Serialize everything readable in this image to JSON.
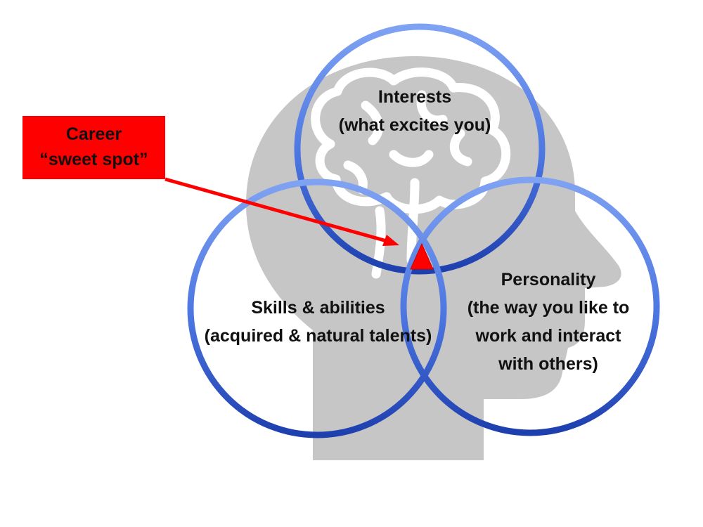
{
  "colors": {
    "head_silhouette": "#c6c6c6",
    "brain_lines": "#ffffff",
    "circle_ring": "#4a74e0",
    "circle_ring_dark": "#1e3fae",
    "callout_fill": "#ff0000",
    "arrow": "#ff0000",
    "sweet_spot_marker": "#ff0000"
  },
  "icons": {
    "background": "head-with-brain-icon",
    "marker": "triangle-marker-icon"
  },
  "callout": {
    "line1": "Career",
    "line2": "“sweet spot”"
  },
  "circles": {
    "interests": {
      "title": "Interests",
      "subtitle": "(what excites you)"
    },
    "skills": {
      "title": "Skills & abilities",
      "subtitle": "(acquired & natural talents)"
    },
    "personality": {
      "title": "Personality",
      "line2": "(the way you like to",
      "line3": "work and interact",
      "line4": "with others)"
    }
  }
}
